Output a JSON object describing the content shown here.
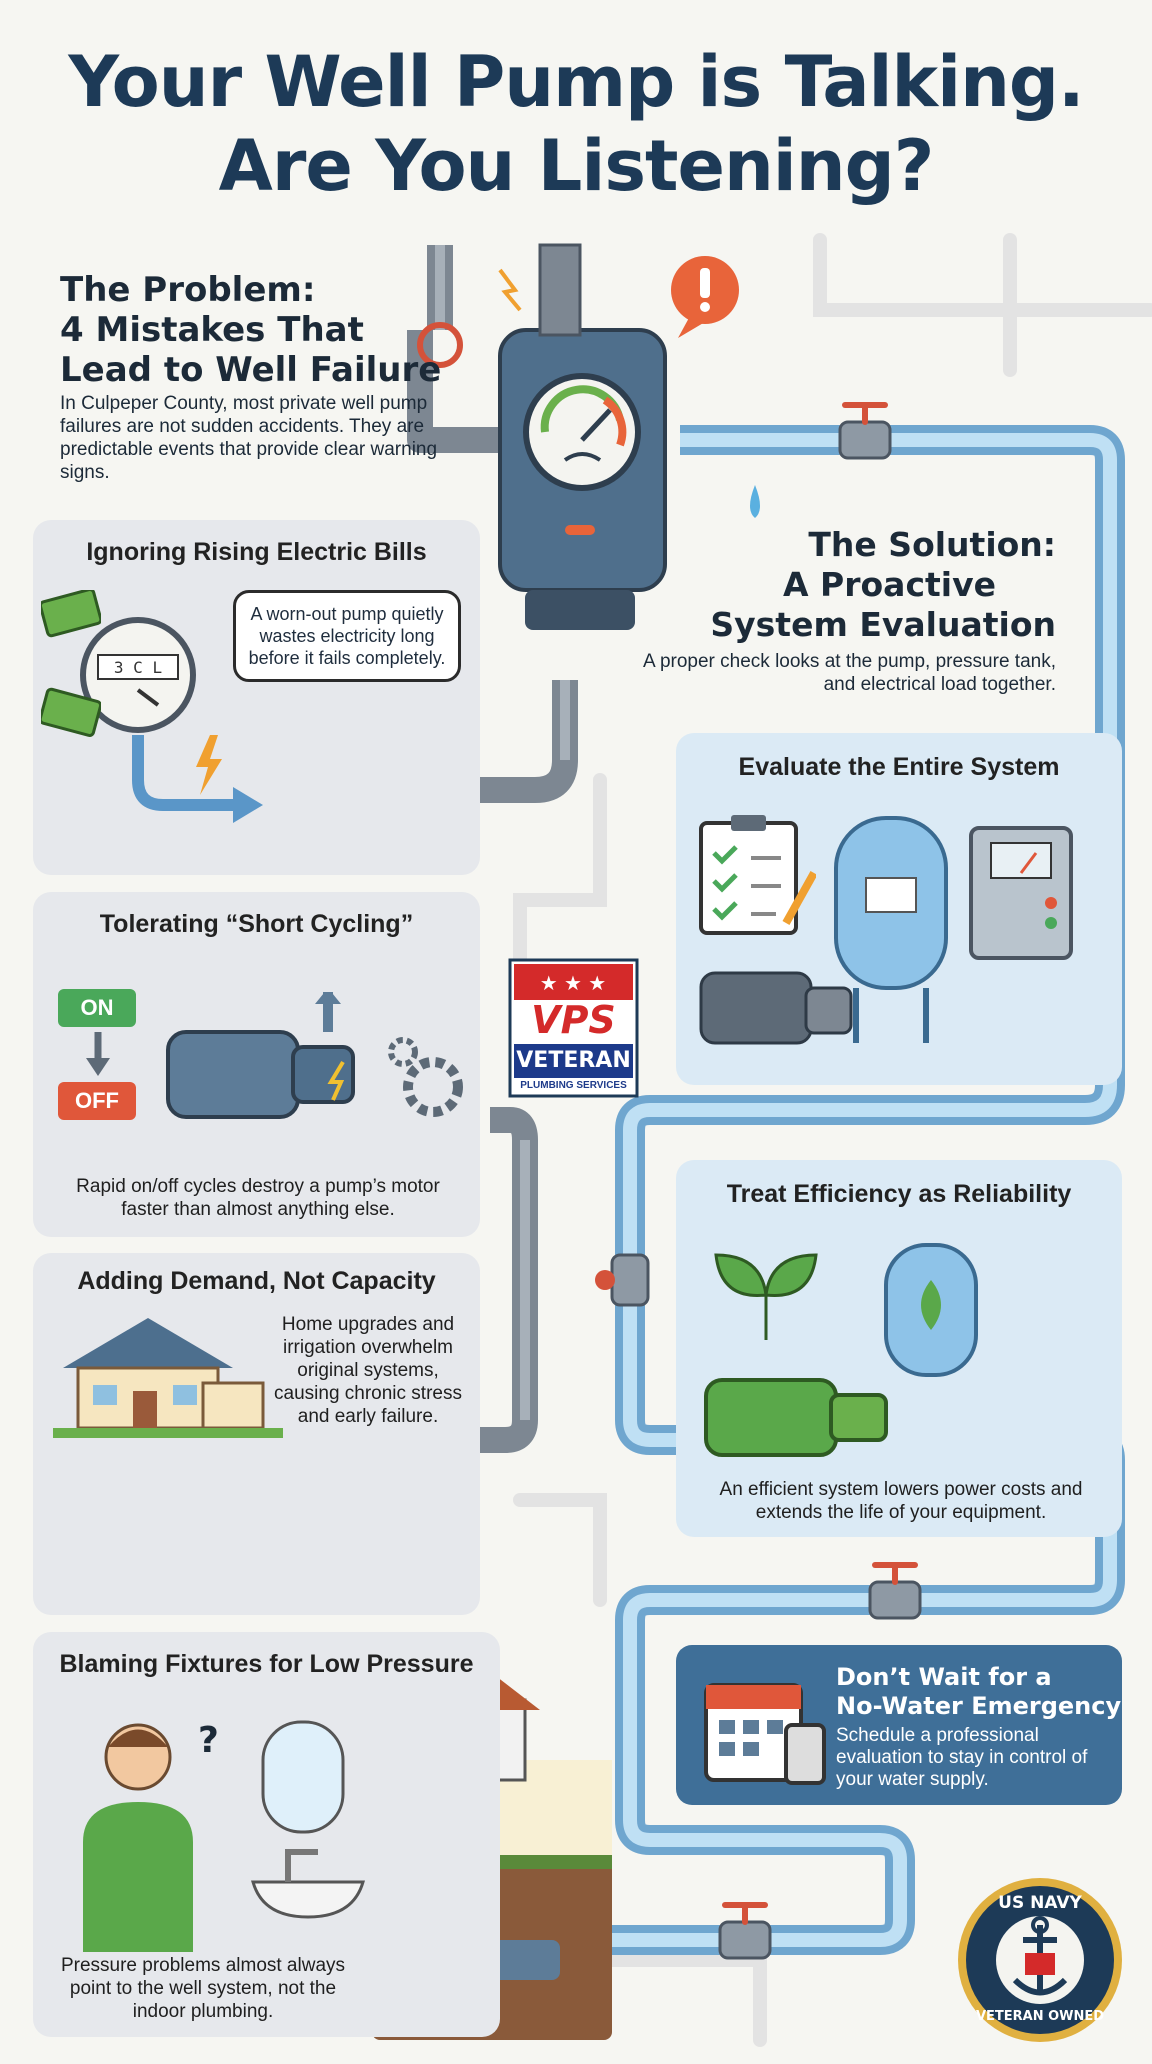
{
  "title": {
    "line1": "Your Well Pump is Talking.",
    "line2": "Are You Listening?"
  },
  "problem": {
    "heading_line1": "The Problem:",
    "heading_line2": "4 Mistakes That",
    "heading_line3": "Lead to Well Failure",
    "text": "In Culpeper County, most private well pump failures are not sudden accidents. They are predictable events that provide clear warning signs."
  },
  "mistakes": [
    {
      "title": "Ignoring Rising Electric Bills",
      "bubble": "A worn-out pump quietly wastes electricity long before it fails completely.",
      "meter_digits": "3 C L"
    },
    {
      "title": "Tolerating “Short Cycling”",
      "toggle_on": "ON",
      "toggle_off": "OFF",
      "text": "Rapid on/off cycles destroy a pump’s motor faster than almost anything else."
    },
    {
      "title": "Adding Demand, Not Capacity",
      "text": "Home upgrades and irrigation overwhelm original systems, causing chronic stress and early failure."
    },
    {
      "title": "Blaming Fixtures for Low Pressure",
      "text": "Pressure problems almost always point to the well system, not the indoor plumbing."
    }
  ],
  "solution": {
    "heading_line1": "The Solution:",
    "heading_line2": "A Proactive",
    "heading_line3": "System Evaluation",
    "text": "A proper check looks at the pump, pressure tank, and electrical load together.",
    "cards": [
      {
        "title": "Evaluate the Entire System"
      },
      {
        "title": "Treat Efficiency as Reliability",
        "text": "An efficient system lowers power costs and extends the life of your equipment."
      }
    ]
  },
  "cta": {
    "heading_line1": "Don’t Wait for a",
    "heading_line2": "No-Water Emergency",
    "text": "Schedule a professional evaluation to stay in control of your water supply."
  },
  "logo": {
    "letters": "VPS",
    "name": "VETERAN",
    "subtitle": "PLUMBING SERVICES"
  },
  "badge": {
    "top": "US NAVY",
    "bottom": "VETERAN OWNED"
  },
  "colors": {
    "title": "#1d3a57",
    "pipe_gray": "#7d8792",
    "pipe_blue": "#9cc8e6",
    "cta_bg": "#3f6f98",
    "card_gray": "#e6e8ec",
    "card_blue": "#dbeaf5",
    "alert_orange": "#e8643a"
  }
}
